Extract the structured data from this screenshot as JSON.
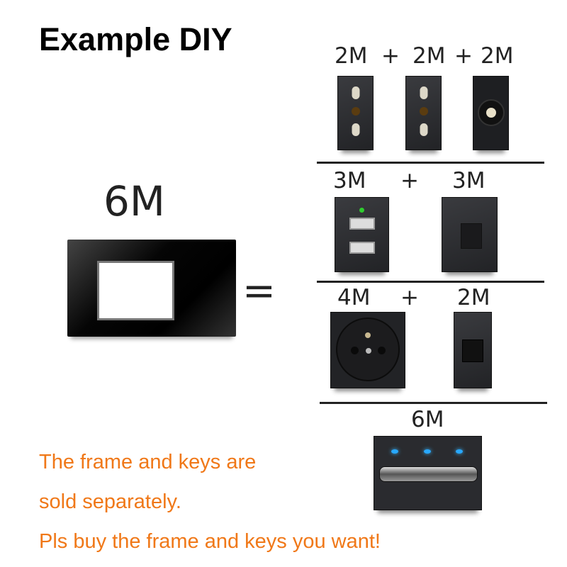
{
  "title": "Example DIY",
  "frame": {
    "size_label": "6M",
    "equals": "="
  },
  "rows": [
    {
      "labels": [
        "2M",
        "+",
        "2M",
        "+",
        "2M"
      ],
      "modules": [
        "italian-socket",
        "italian-socket",
        "tv-coax-socket"
      ]
    },
    {
      "labels": [
        "3M",
        "+",
        "3M"
      ],
      "modules": [
        "dual-usb-charger",
        "computer-data-socket"
      ]
    },
    {
      "labels": [
        "4M",
        "+",
        "2M"
      ],
      "modules": [
        "french-socket",
        "rj45-data-socket"
      ]
    },
    {
      "labels": [
        "6M"
      ],
      "modules": [
        "three-gang-touch-switch"
      ]
    }
  ],
  "notes": [
    "The frame and keys are",
    "sold separately.",
    "Pls buy the frame and keys you want!"
  ],
  "colors": {
    "note": "#f07818",
    "module": "#2b2c30",
    "led_usb": "#2ecc2e",
    "led_switch": "#28a8ff"
  }
}
